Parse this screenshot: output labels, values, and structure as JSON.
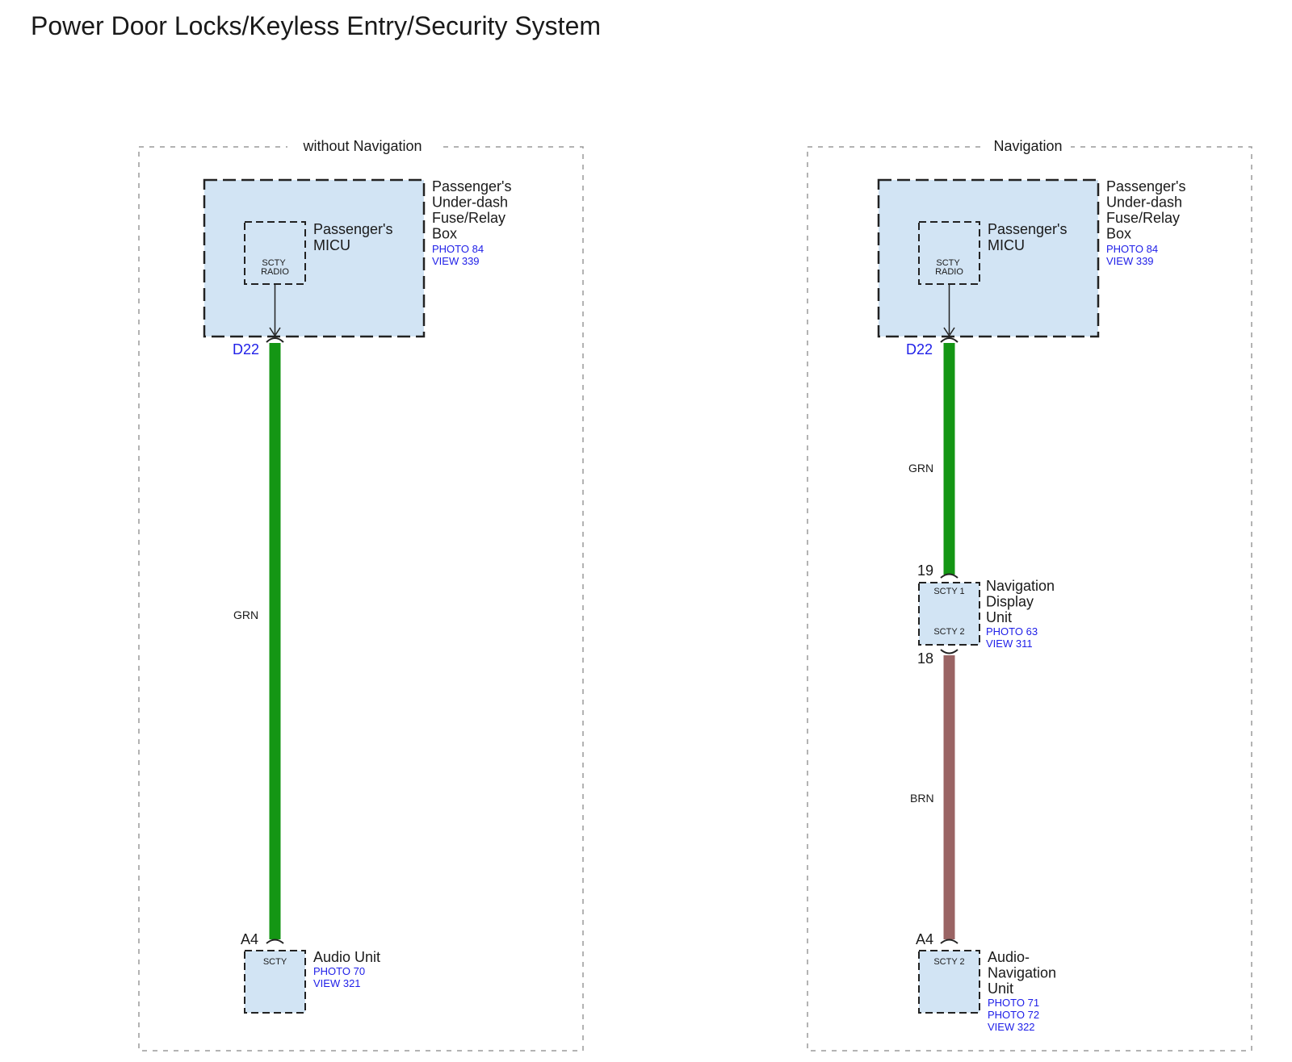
{
  "title": "Power Door Locks/Keyless Entry/Security System",
  "colors": {
    "component_fill": "#d2e4f4",
    "link_blue": "#2020e8",
    "wire_green": "#149614",
    "wire_brown": "#9a6464",
    "outline": "#222222",
    "section_border": "#9a9a9a"
  },
  "sections": {
    "left": {
      "label": "without Navigation",
      "fuse_box": {
        "name_lines": [
          "Passenger's",
          "Under-dash",
          "Fuse/Relay",
          "Box"
        ],
        "refs": [
          "PHOTO 84",
          "VIEW 339"
        ]
      },
      "micu": {
        "name_lines": [
          "Passenger's",
          "MICU"
        ],
        "terminal_lines": [
          "SCTY",
          "RADIO"
        ]
      },
      "top_pin": "D22",
      "wire": {
        "color_code": "GRN",
        "color_name": "green"
      },
      "bottom_pin": "A4",
      "audio_unit": {
        "name_lines": [
          "Audio Unit"
        ],
        "terminal": "SCTY",
        "refs": [
          "PHOTO 70",
          "VIEW 321"
        ]
      }
    },
    "right": {
      "label": "Navigation",
      "fuse_box": {
        "name_lines": [
          "Passenger's",
          "Under-dash",
          "Fuse/Relay",
          "Box"
        ],
        "refs": [
          "PHOTO 84",
          "VIEW 339"
        ]
      },
      "micu": {
        "name_lines": [
          "Passenger's",
          "MICU"
        ],
        "terminal_lines": [
          "SCTY",
          "RADIO"
        ]
      },
      "top_pin": "D22",
      "wire_1": {
        "color_code": "GRN",
        "color_name": "green"
      },
      "nav_display": {
        "name_lines": [
          "Navigation",
          "Display",
          "Unit"
        ],
        "terminals": [
          "SCTY 1",
          "SCTY 2"
        ],
        "refs": [
          "PHOTO 63",
          "VIEW 311"
        ],
        "pin_in": "19",
        "pin_out": "18"
      },
      "wire_2": {
        "color_code": "BRN",
        "color_name": "brown"
      },
      "bottom_pin": "A4",
      "audio_nav_unit": {
        "name_lines": [
          "Audio-",
          "Navigation",
          "Unit"
        ],
        "terminal": "SCTY 2",
        "refs": [
          "PHOTO 71",
          "PHOTO 72",
          "VIEW 322"
        ]
      }
    }
  }
}
